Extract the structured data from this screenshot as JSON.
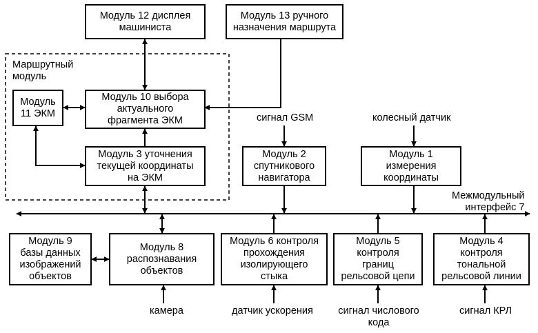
{
  "diagram": {
    "route_group_label": "Маршрутный\nмодуль",
    "modules": {
      "m12": "Модуль 12 дисплея\nмашиниста",
      "m13": "Модуль 13  ручного\nназначения маршрута",
      "m10": "Модуль 10 выбора\nактуального\nфрагмента ЭКМ",
      "m11": "Модуль\n11 ЭКМ",
      "m3": "Модуль 3 уточнения\nтекущей координаты\nна ЭКМ",
      "m2": "Модуль 2\nспутникового\nнавигатора",
      "m1": "Модуль 1\nизмерения\nкоординаты",
      "m9": "Модуль 9\nбазы данных\nизображений\nобъектов",
      "m8": "Модуль 8\nраспознавания\nобъектов",
      "m6": "Модуль 6 контроля\nпрохождения\nизолирующего\nстыка",
      "m5": "Модуль 5\nконтроля\nграниц\nрельсовой цепи",
      "m4": "Модуль 4\nконтроля\nтональной\nрельсовой линии"
    },
    "bus_label": "Межмодульный\nинтерфейс 7",
    "inputs": {
      "gsm": "сигнал GSM",
      "wheel": "колесный датчик",
      "camera": "камера",
      "accel": "датчик ускорения",
      "numcode": "сигнал числового\nкода",
      "krl": "сигнал КРЛ"
    }
  }
}
